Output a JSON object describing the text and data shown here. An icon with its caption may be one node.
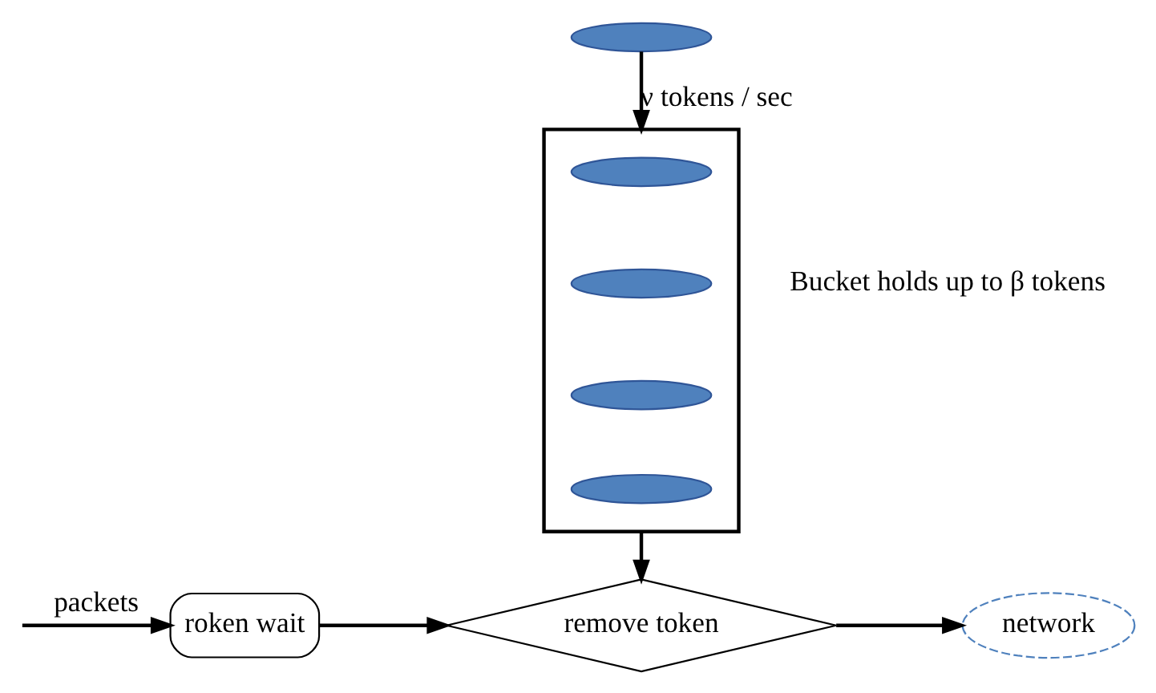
{
  "diagram": {
    "nodes": [
      {
        "text": [],
        "shape": "ellipse"
      },
      {
        "text": [],
        "shape": "bucket",
        "beside": [
          "Bucket holds up to β tokens"
        ]
      },
      {
        "text": [],
        "shape": "ellipse",
        "in": 1
      },
      {
        "text": [],
        "shape": "ellipse",
        "in": 1
      },
      {
        "text": [],
        "shape": "ellipse",
        "in": 1
      },
      {
        "text": [],
        "shape": "ellipse",
        "in": 1
      },
      {
        "text": [
          "roken wait"
        ]
      },
      {
        "text": [
          "remove token"
        ]
      },
      {
        "text": [
          "network"
        ]
      }
    ],
    "edges": [
      {
        "from": 0,
        "to": 1,
        "arrow": "to",
        "label": "ν tokens / sec"
      },
      {
        "from": 1,
        "to": 7,
        "arrow": "to"
      },
      {
        "from": null,
        "to": 6,
        "arrow": "to",
        "label": "packets"
      },
      {
        "from": 6,
        "to": 7,
        "arrow": "to"
      },
      {
        "from": 7,
        "to": 8,
        "arrow": "to"
      }
    ]
  }
}
